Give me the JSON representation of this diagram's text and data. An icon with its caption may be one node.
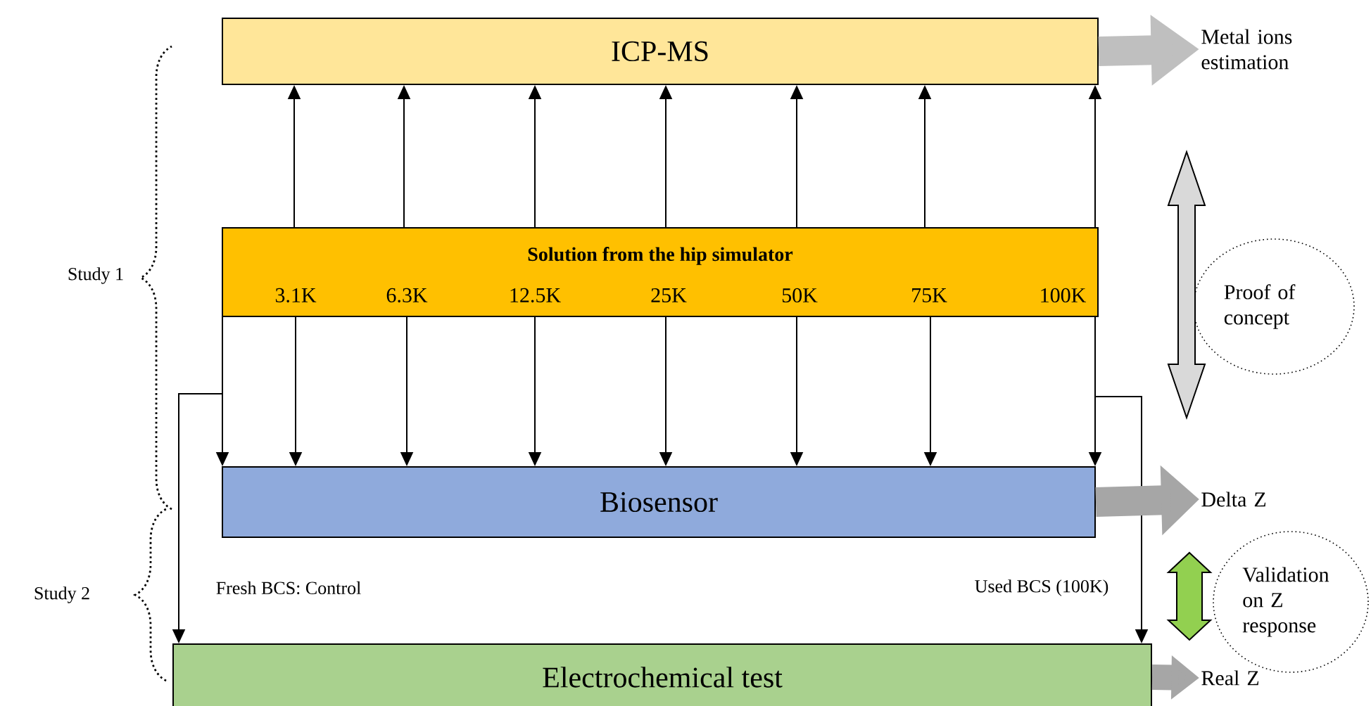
{
  "diagram": {
    "nodes": [
      {
        "text": [
          "ICP-MS"
        ]
      },
      {
        "text": [
          "Solution from the hip simulator",
          "3.1K",
          "6.3K",
          "12.5K",
          "25K",
          "50K",
          "75K",
          "100K"
        ]
      },
      {
        "text": [
          "Biosensor"
        ]
      },
      {
        "text": [
          "Electrochemical test"
        ]
      },
      {
        "text": [
          "Metal ions estimation"
        ]
      },
      {
        "text": [
          "Proof of concept"
        ]
      },
      {
        "text": [
          "Delta Z"
        ]
      },
      {
        "text": [
          "Validation on Z response"
        ]
      },
      {
        "text": [
          "Real Z"
        ]
      }
    ],
    "edges": [
      {
        "from": 1,
        "to": 0,
        "arrow": "to"
      },
      {
        "from": 1,
        "to": 0,
        "arrow": "to"
      },
      {
        "from": 1,
        "to": 0,
        "arrow": "to"
      },
      {
        "from": 1,
        "to": 0,
        "arrow": "to"
      },
      {
        "from": 1,
        "to": 0,
        "arrow": "to"
      },
      {
        "from": 1,
        "to": 0,
        "arrow": "to"
      },
      {
        "from": 1,
        "to": 0,
        "arrow": "to"
      },
      {
        "from": 1,
        "to": 2,
        "arrow": "to"
      },
      {
        "from": 1,
        "to": 2,
        "arrow": "to"
      },
      {
        "from": 1,
        "to": 2,
        "arrow": "to"
      },
      {
        "from": 1,
        "to": 2,
        "arrow": "to"
      },
      {
        "from": 1,
        "to": 2,
        "arrow": "to"
      },
      {
        "from": 1,
        "to": 2,
        "arrow": "to"
      },
      {
        "from": 1,
        "to": 2,
        "arrow": "to"
      },
      {
        "from": 1,
        "to": 2,
        "arrow": "to"
      },
      {
        "from": 1,
        "to": 3,
        "arrow": "to",
        "label": "Fresh BCS: Control"
      },
      {
        "from": 1,
        "to": 3,
        "arrow": "to",
        "label": "Used BCS (100K)"
      },
      {
        "from": 0,
        "to": 4,
        "arrow": "to",
        "style": "thick",
        "color": "#bfbfbf"
      },
      {
        "from": 2,
        "to": 6,
        "arrow": "to",
        "style": "thick",
        "color": "#a6a6a6"
      },
      {
        "from": 3,
        "to": 8,
        "arrow": "to",
        "style": "thick",
        "color": "#a6a6a6"
      }
    ],
    "labels": [
      "Study 1",
      "Study 2"
    ]
  }
}
